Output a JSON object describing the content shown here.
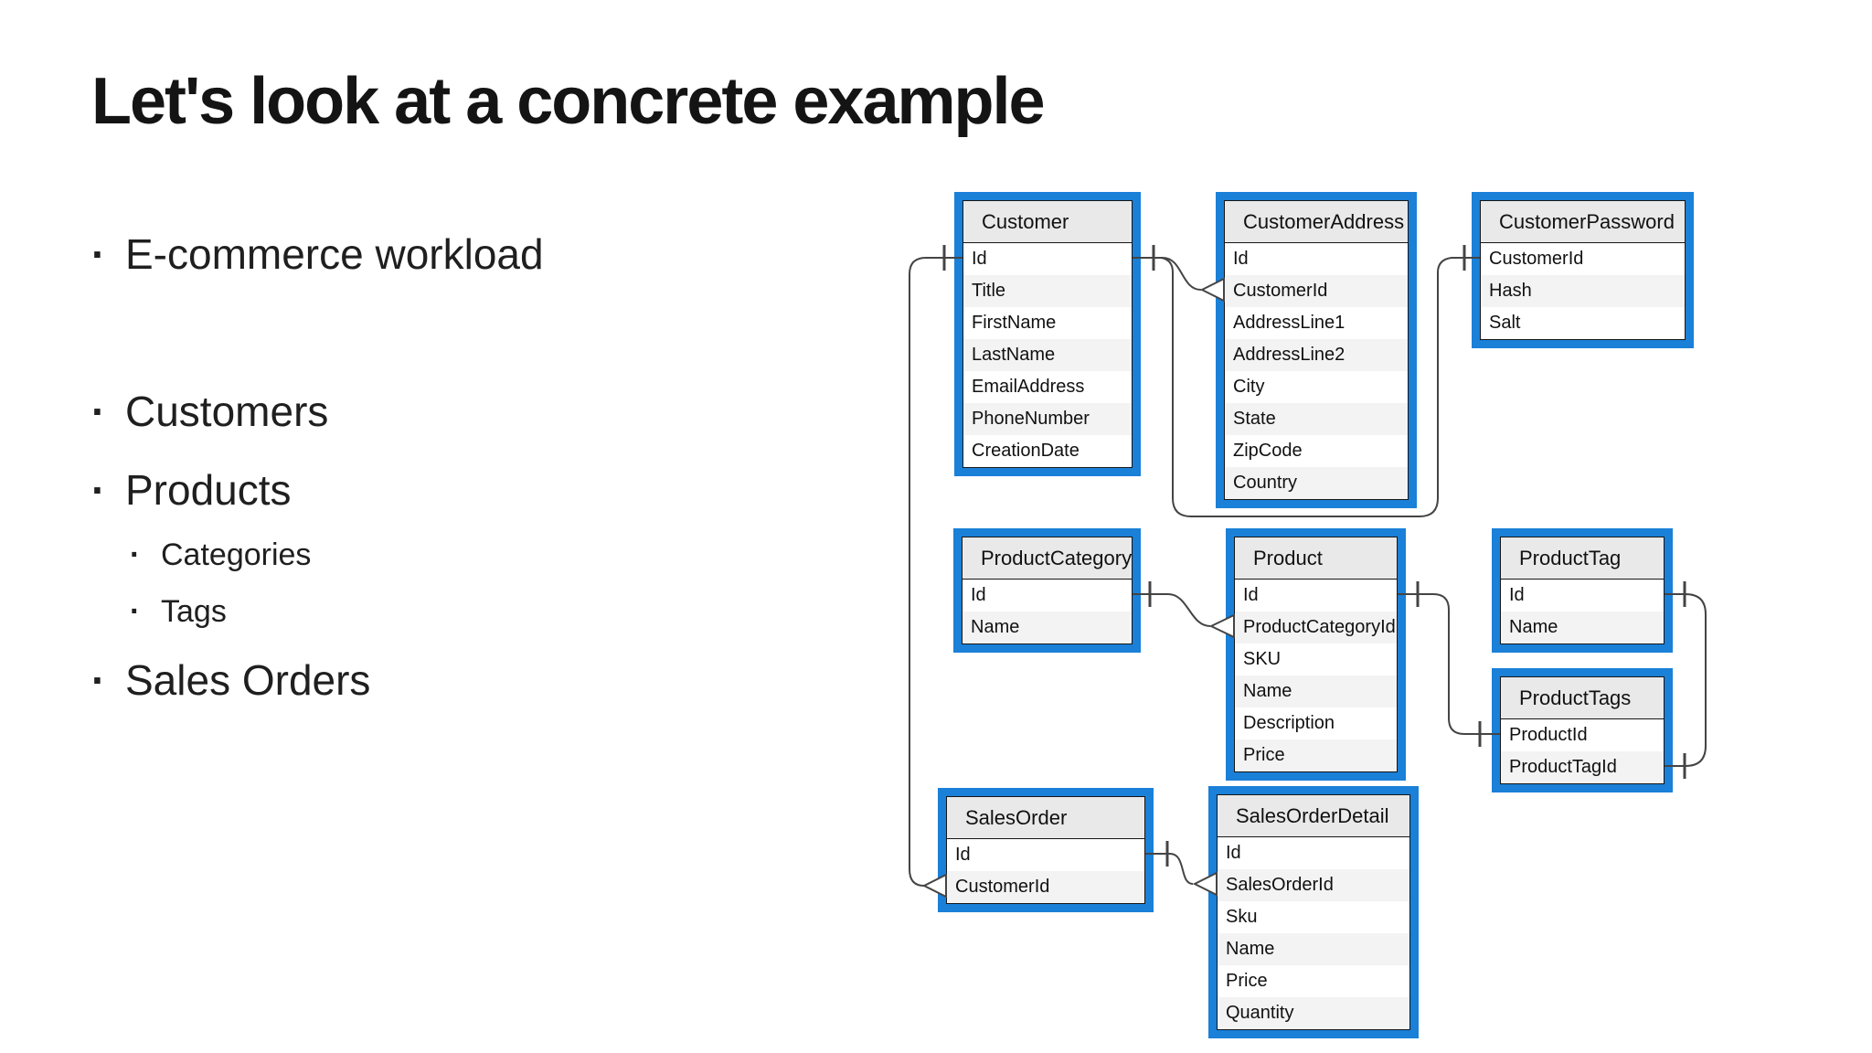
{
  "slide": {
    "title": "Let's look at a concrete example",
    "bullets": [
      {
        "label": "E-commerce workload",
        "level": 1
      },
      {
        "label": "Customers",
        "level": 1
      },
      {
        "label": "Products",
        "level": 1
      },
      {
        "label": "Categories",
        "level": 2
      },
      {
        "label": "Tags",
        "level": 2
      },
      {
        "label": "Sales Orders",
        "level": 1
      }
    ]
  },
  "diagram": {
    "tables": [
      {
        "name": "Customer",
        "fields": [
          "Id",
          "Title",
          "FirstName",
          "LastName",
          "EmailAddress",
          "PhoneNumber",
          "CreationDate"
        ]
      },
      {
        "name": "CustomerAddress",
        "fields": [
          "Id",
          "CustomerId",
          "AddressLine1",
          "AddressLine2",
          "City",
          "State",
          "ZipCode",
          "Country"
        ]
      },
      {
        "name": "CustomerPassword",
        "fields": [
          "CustomerId",
          "Hash",
          "Salt"
        ]
      },
      {
        "name": "ProductCategory",
        "fields": [
          "Id",
          "Name"
        ]
      },
      {
        "name": "Product",
        "fields": [
          "Id",
          "ProductCategoryId",
          "SKU",
          "Name",
          "Description",
          "Price"
        ]
      },
      {
        "name": "ProductTag",
        "fields": [
          "Id",
          "Name"
        ]
      },
      {
        "name": "ProductTags",
        "fields": [
          "ProductId",
          "ProductTagId"
        ]
      },
      {
        "name": "SalesOrder",
        "fields": [
          "Id",
          "CustomerId"
        ]
      },
      {
        "name": "SalesOrderDetail",
        "fields": [
          "Id",
          "SalesOrderId",
          "Sku",
          "Name",
          "Price",
          "Quantity"
        ]
      }
    ],
    "relationships": [
      {
        "from": "Customer.Id",
        "to": "SalesOrder.CustomerId",
        "from_end": "one",
        "to_end": "many"
      },
      {
        "from": "Customer.Id",
        "to": "CustomerAddress.CustomerId",
        "from_end": "one",
        "to_end": "many"
      },
      {
        "from": "Customer.Id",
        "to": "CustomerPassword.CustomerId",
        "from_end": "one",
        "to_end": "one"
      },
      {
        "from": "ProductCategory.Id",
        "to": "Product.ProductCategoryId",
        "from_end": "one",
        "to_end": "many"
      },
      {
        "from": "Product.Id",
        "to": "ProductTags.ProductId",
        "from_end": "one",
        "to_end": "one"
      },
      {
        "from": "ProductTag.Id",
        "to": "ProductTags.ProductTagId",
        "from_end": "one",
        "to_end": "one"
      },
      {
        "from": "SalesOrder.Id",
        "to": "SalesOrderDetail.SalesOrderId",
        "from_end": "one",
        "to_end": "many"
      }
    ],
    "colors": {
      "table_highlight": "#1a80d8",
      "header_bg": "#e9e9e9",
      "row_alt_bg": "#f3f3f3",
      "connector_line": "#444444",
      "text": "#111111"
    }
  }
}
